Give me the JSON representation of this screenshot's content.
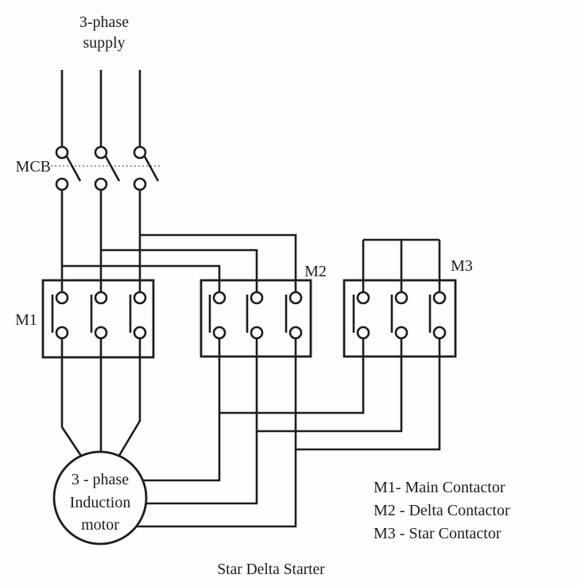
{
  "colors": {
    "ink": "#1d1d1d",
    "background": "#fdfdfd",
    "trip_link": "#7a7a7a"
  },
  "supply": {
    "line1": "3-phase",
    "line2": "supply"
  },
  "mcb": {
    "label": "MCB"
  },
  "contactors": {
    "m1": {
      "label": "M1"
    },
    "m2": {
      "label": "M2"
    },
    "m3": {
      "label": "M3"
    }
  },
  "motor": {
    "line1": "3 - phase",
    "line2": "Induction",
    "line3": "motor"
  },
  "legend": {
    "item1": "M1- Main Contactor",
    "item2": "M2 - Delta Contactor",
    "item3": "M3 - Star Contactor"
  },
  "caption": "Star Delta Starter"
}
